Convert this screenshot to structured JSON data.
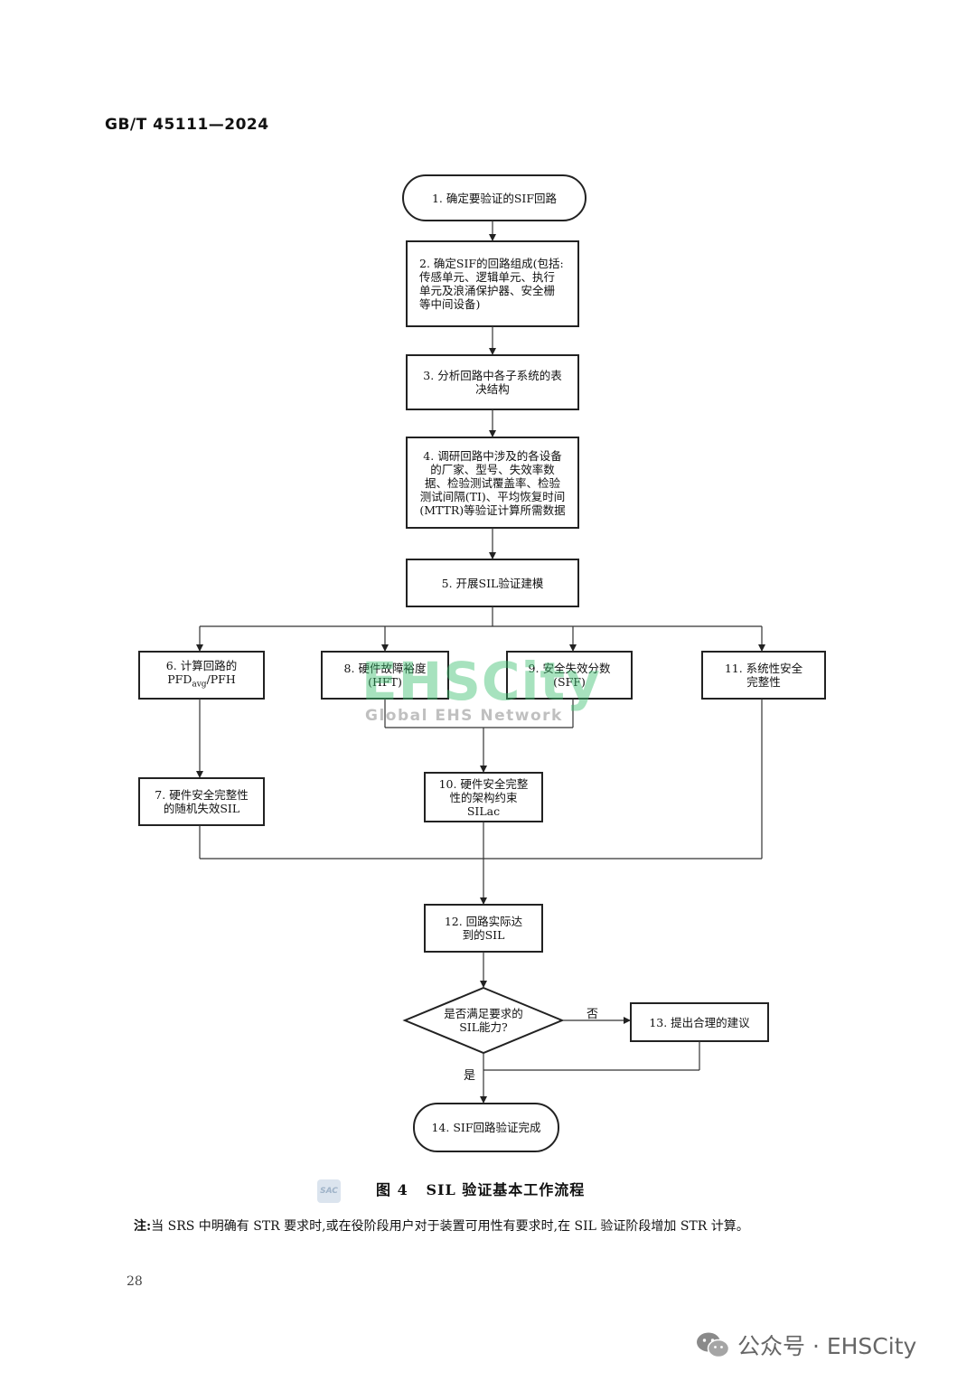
{
  "header": {
    "standard_code": "GB/T 45111—2024"
  },
  "flowchart": {
    "nodes": {
      "n1": {
        "text": "1. 确定要验证的SIF回路"
      },
      "n2": {
        "text": "2. 确定SIF的回路组成(包括:传感单元、逻辑单元、执行单元及浪涌保护器、安全栅等中间设备)"
      },
      "n3": {
        "text": "3. 分析回路中各子系统的表决结构"
      },
      "n4": {
        "text": "4. 调研回路中涉及的各设备的厂家、型号、失效率数据、检验测试覆盖率、检验测试间隔(TI)、平均恢复时间(MTTR)等验证计算所需数据"
      },
      "n5": {
        "text": "5. 开展SIL验证建模"
      },
      "n6": {
        "line1": "6. 计算回路的",
        "line2_main": "PFD",
        "line2_sub": "avg",
        "line2_tail": "/PFH"
      },
      "n7": {
        "text": "7. 硬件安全完整性的随机失效SIL"
      },
      "n8": {
        "line1": "8. 硬件故障裕度",
        "line2": "(HFT)"
      },
      "n9": {
        "line1": "9. 安全失效分数",
        "line2": "(SFF)"
      },
      "n10": {
        "line1": "10. 硬件安全完整",
        "line2": "性的架构约束",
        "line3": "SILac"
      },
      "n11": {
        "text": "11. 系统性安全完整性"
      },
      "n12": {
        "line1": "12. 回路实际达",
        "line2": "到的SIL"
      },
      "decision": {
        "line1": "是否满足要求的",
        "line2": "SIL能力?"
      },
      "n13": {
        "text": "13. 提出合理的建议"
      },
      "n14": {
        "text": "14. SIF回路验证完成"
      }
    },
    "edge_labels": {
      "no": "否",
      "yes": "是"
    }
  },
  "watermark": {
    "brand": "EHSCity",
    "tagline": "Global EHS Network"
  },
  "caption": {
    "figure_no": "图 4",
    "title": "SIL 验证基本工作流程",
    "logo_text": "SAC"
  },
  "note": {
    "label": "注:",
    "text": "当 SRS 中明确有 STR 要求时,或在役阶段用户对于装置可用性有要求时,在 SIL 验证阶段增加 STR 计算。"
  },
  "footer": {
    "page_number": "28",
    "wechat_label": "公众号 · EHSCity"
  }
}
